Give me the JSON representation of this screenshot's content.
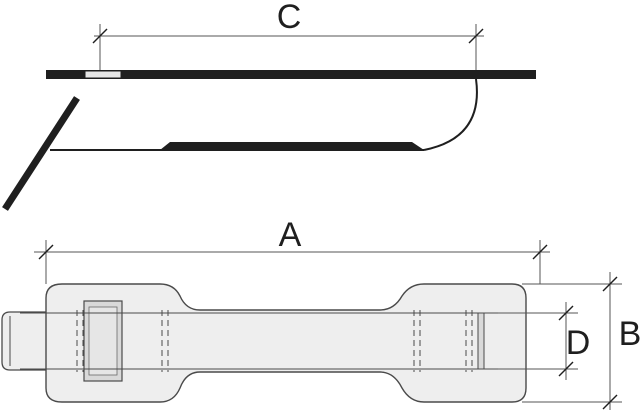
{
  "labels": {
    "c": "C",
    "a": "A",
    "b": "B",
    "d": "D"
  },
  "colors": {
    "ink": "#1f1f1f",
    "dim_line": "#555555",
    "strap_fill": "#eeeeee",
    "strap_stroke": "#4a4a4a",
    "buckle_fill": "#d9d9d9"
  }
}
